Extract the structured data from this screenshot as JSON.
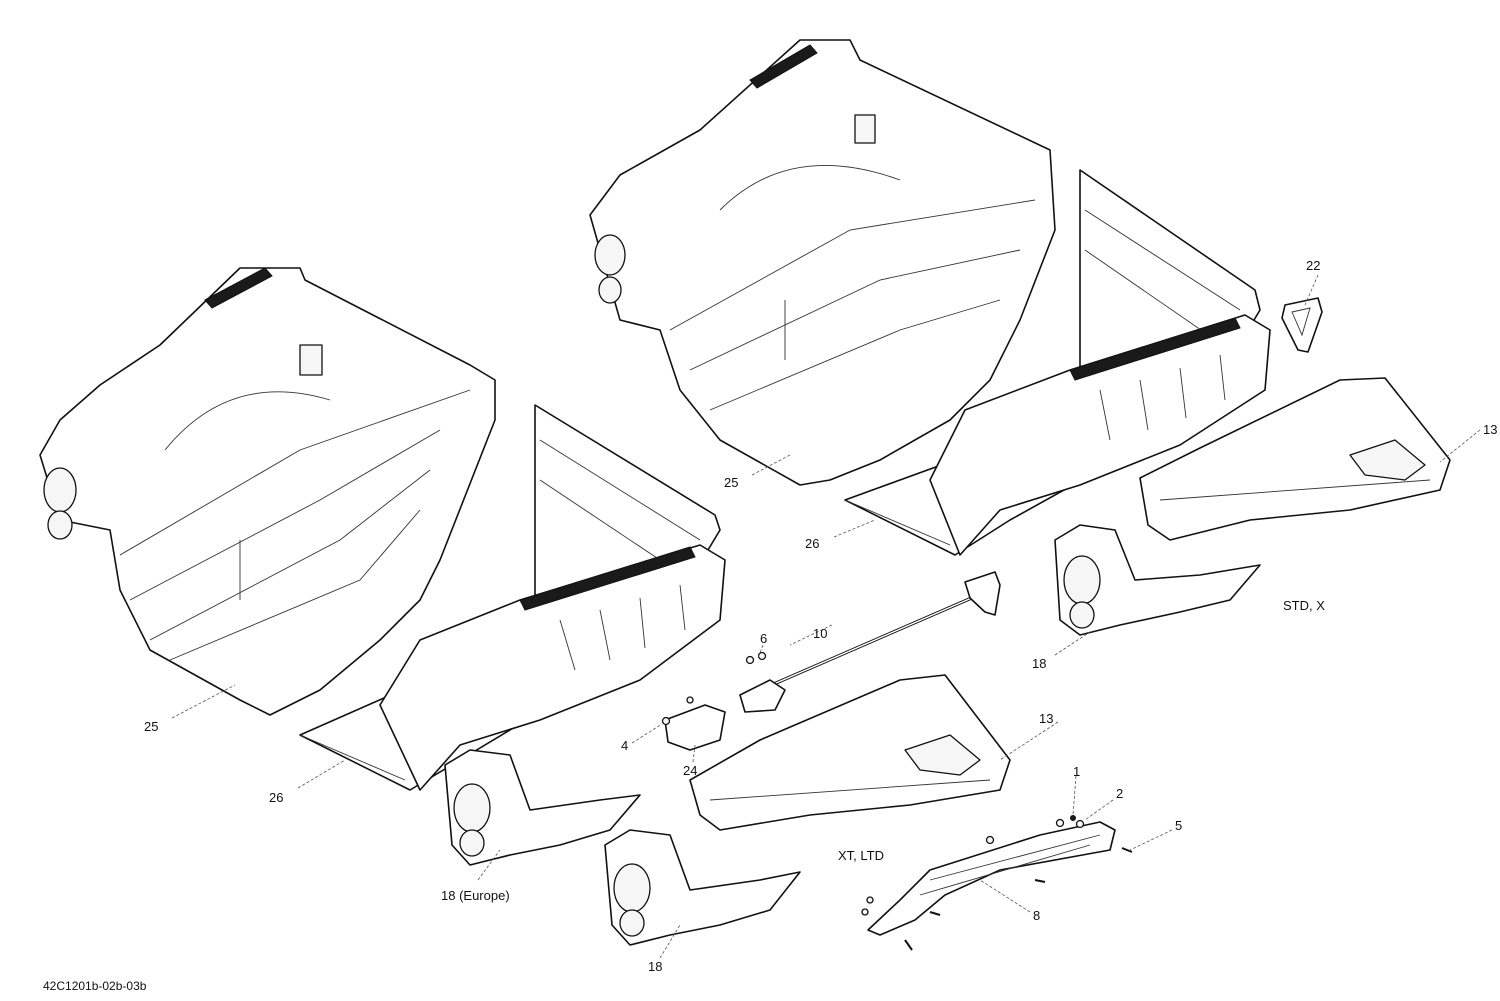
{
  "callouts": [
    {
      "id": "c1",
      "text": "1"
    },
    {
      "id": "c2",
      "text": "2"
    },
    {
      "id": "c4",
      "text": "4"
    },
    {
      "id": "c5",
      "text": "5"
    },
    {
      "id": "c6",
      "text": "6"
    },
    {
      "id": "c8",
      "text": "8"
    },
    {
      "id": "c10",
      "text": "10"
    },
    {
      "id": "c13a",
      "text": "13"
    },
    {
      "id": "c13b",
      "text": "13"
    },
    {
      "id": "c18a",
      "text": "18"
    },
    {
      "id": "c18b",
      "text": "18"
    },
    {
      "id": "c18europe",
      "text": "18 (Europe)"
    },
    {
      "id": "c22",
      "text": "22"
    },
    {
      "id": "c24",
      "text": "24"
    },
    {
      "id": "c25a",
      "text": "25"
    },
    {
      "id": "c25b",
      "text": "25"
    },
    {
      "id": "c26a",
      "text": "26"
    },
    {
      "id": "c26b",
      "text": "26"
    }
  ],
  "variants": {
    "std_x": "STD, X",
    "xt_ltd": "XT, LTD"
  },
  "drawing_id": "42C1201b-02b-03b"
}
